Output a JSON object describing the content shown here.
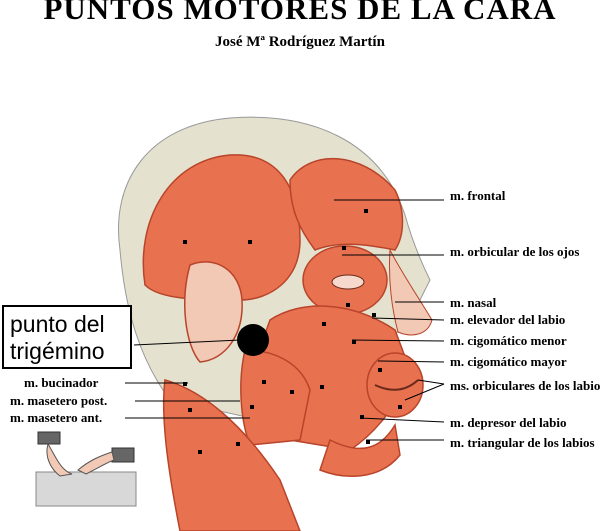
{
  "header": {
    "title": "PUNTOS MOTORES DE LA CARA",
    "author": "José Mª Rodríguez Martín"
  },
  "callout": {
    "label_line1": "punto del",
    "label_line2": "trigémino"
  },
  "labels_right": {
    "frontal": "m. frontal",
    "orbicular_ojos": "m. orbicular de los ojos",
    "nasal": "m. nasal",
    "elevador_labio": "m. elevador del labio",
    "cigomatico_menor": "m. cigomático menor",
    "cigomatico_mayor": "m. cigomático mayor",
    "orbiculares_labios": "ms. orbiculares de los labios",
    "depresor_labio": "m. depresor del labio",
    "triangular_labios": "m. triangular de los labios"
  },
  "labels_left": {
    "bucinador": "m. bucinador",
    "masetero_post": "m. masetero post.",
    "masetero_ant": "m. masetero ant."
  },
  "colors": {
    "muscle": "#e8714f",
    "muscle_dark": "#b8442a",
    "skull": "#e4e2cf",
    "skin": "#f2c9b5",
    "trigeminal_point": "#000000"
  }
}
